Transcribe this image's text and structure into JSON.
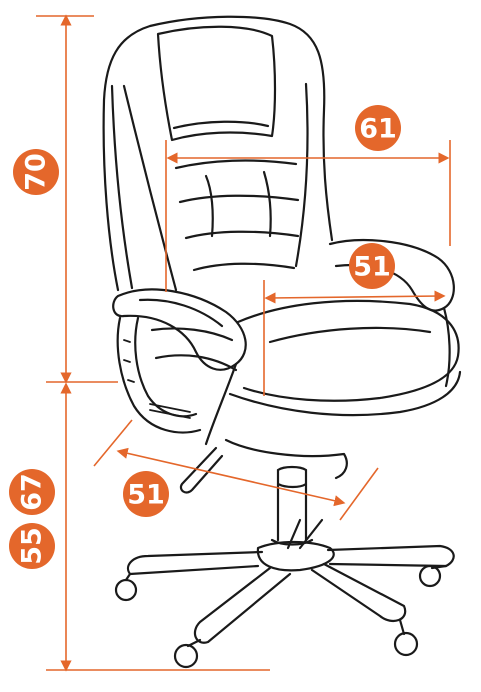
{
  "colors": {
    "accent": "#e4672b",
    "ink": "#1a1a1a",
    "background": "#ffffff"
  },
  "dimensions": {
    "back_height": "70",
    "back_width": "61",
    "arm_span": "51",
    "seat_depth": "51",
    "seat_height_max": "67",
    "seat_height_min": "55"
  }
}
